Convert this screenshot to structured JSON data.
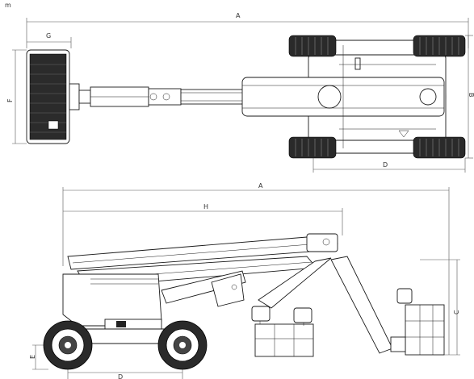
{
  "corner_mark": "m",
  "top_view": {
    "labels": {
      "A": "A",
      "G": "G",
      "F": "F",
      "D": "D",
      "B": "B"
    }
  },
  "side_view": {
    "labels": {
      "A": "A",
      "H": "H",
      "C": "C",
      "E": "E",
      "D": "D"
    }
  }
}
